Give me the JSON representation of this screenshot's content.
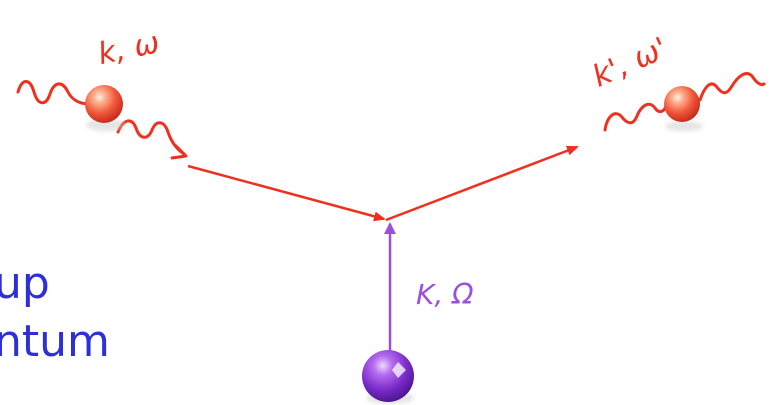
{
  "labels": {
    "incoming": "k, ω",
    "outgoing": "k', ω'",
    "phonon": "K, Ω"
  },
  "side_text": {
    "line1": "up",
    "line2": "ntum"
  },
  "colors": {
    "photon": "#f0301f",
    "phonon": "#9a50dc",
    "side_text": "#2f2fd8",
    "photon_ball": "#f06a4a",
    "phonon_ball": "#7a2bc9"
  },
  "icons": {
    "incoming_particle": "red-sphere",
    "outgoing_particle": "red-sphere",
    "phonon_particle": "purple-sphere"
  }
}
